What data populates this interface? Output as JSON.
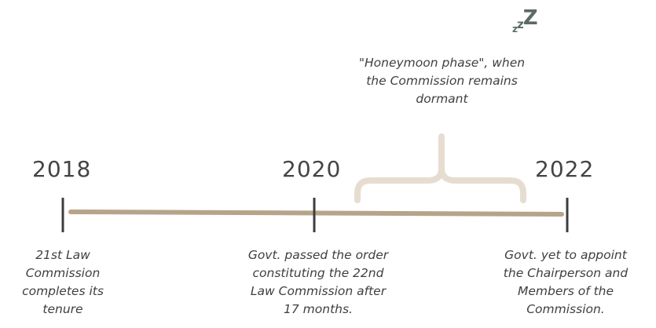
{
  "timeline": {
    "years": [
      {
        "label": "2018"
      },
      {
        "label": "2020"
      },
      {
        "label": "2022"
      }
    ],
    "events": [
      {
        "text": "21st Law\nCommission\ncompletes its\ntenure"
      },
      {
        "text": "Govt. passed the order\nconstituting the 22nd\nLaw Commission after\n17 months."
      },
      {
        "text": "Govt. yet to appoint\nthe Chairperson and\nMembers of the\nCommission."
      }
    ]
  },
  "annotation": {
    "text": "\"Honeymoon phase\", when\nthe Commission remains\ndormant",
    "sleep_icon": "zzz-sleep-icon"
  },
  "colors": {
    "timeline_line": "#b6a48a",
    "bracket": "#e6ddd0",
    "ticks": "#3d3d3d",
    "text": "#3f3f3f",
    "zzz": "#5b6b67"
  }
}
